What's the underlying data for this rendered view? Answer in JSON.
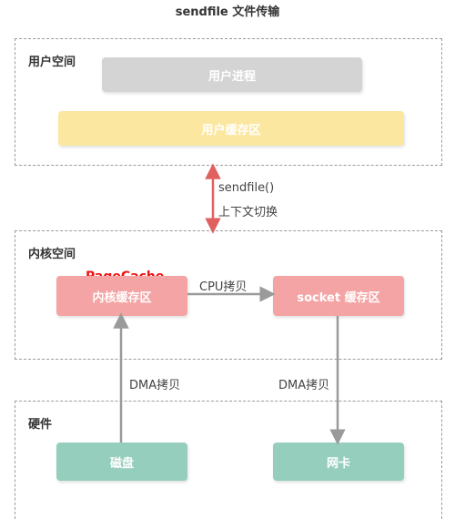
{
  "title": "sendfile 文件传输",
  "colors": {
    "gray_box": "#d4d4d4",
    "yellow_box": "#fce7a0",
    "red_box": "#f4a4a4",
    "green_box": "#96cebd",
    "red_arrow": "#e06060",
    "gray_arrow": "#9a9a9a",
    "highlight_red": "#ee1111"
  },
  "user_space": {
    "label": "用户空间",
    "process_box": "用户进程",
    "buffer_box": "用户缓存区"
  },
  "switch": {
    "call": "sendfile()",
    "context_switch": "上下文切换"
  },
  "kernel_space": {
    "label": "内核空间",
    "page_cache_tag": "PageCache",
    "kernel_buffer": "内核缓存区",
    "copy_label": "CPU拷贝",
    "socket_buffer": "socket 缓存区"
  },
  "hardware": {
    "label": "硬件",
    "disk": "磁盘",
    "nic": "网卡",
    "dma_left": "DMA拷贝",
    "dma_right": "DMA拷贝"
  }
}
